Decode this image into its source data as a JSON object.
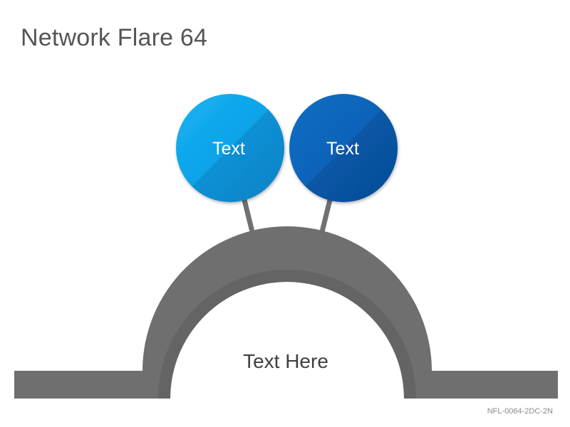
{
  "title": "Network Flare 64",
  "footer_code": "NFL-0064-2DC-2N",
  "center_label": "Text Here",
  "nodes": [
    {
      "label": "Text",
      "color": "#0AA3E8"
    },
    {
      "label": "Text",
      "color": "#0863B8"
    }
  ],
  "colors": {
    "arch": "#6f6f6f",
    "arch_inner": "#636363",
    "connector": "#707070"
  }
}
